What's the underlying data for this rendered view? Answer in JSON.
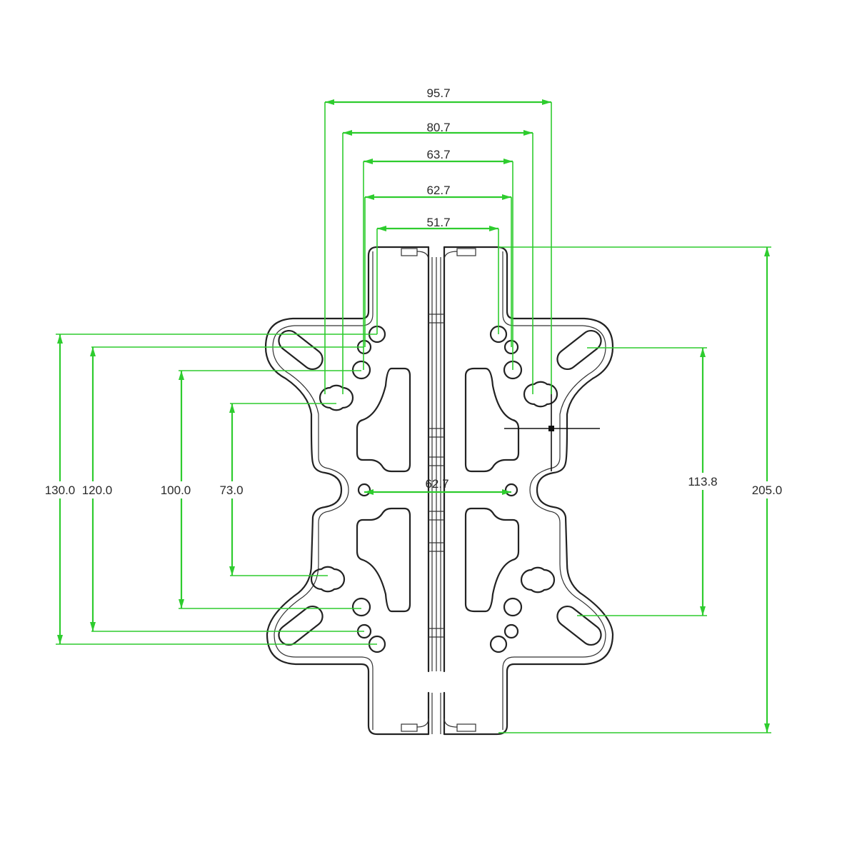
{
  "drawing": {
    "title": "",
    "colors": {
      "outline": "#222222",
      "dimension": "#2ecc2e",
      "text": "#2a2a2a",
      "background": "#ffffff"
    },
    "dimensions": {
      "top_widths": [
        "95.7",
        "80.7",
        "63.7",
        "62.7",
        "51.7"
      ],
      "center_width": "62.7",
      "left_heights": [
        "130.0",
        "120.0",
        "100.0",
        "73.0"
      ],
      "right_slot_spacing": "113.8",
      "overall_height": "205.0"
    }
  }
}
